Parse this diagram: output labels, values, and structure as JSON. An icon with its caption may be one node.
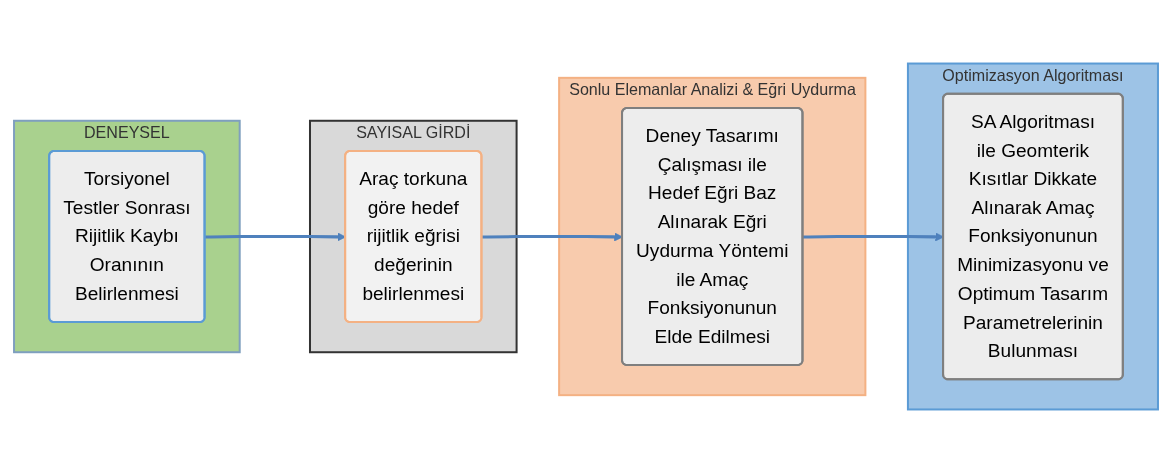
{
  "diagram": {
    "nodes": [
      {
        "text": [
          "DENEYSEL"
        ]
      },
      {
        "text": [
          "Torsiyonel Testler Sonrası Rijitlik Kaybı Oranının Belirlenmesi"
        ],
        "in": 0
      },
      {
        "text": [
          "SAYISAL GİRDİ"
        ]
      },
      {
        "text": [
          "Araç torkuna göre hedef rijitlik eğrisi değerinin belirlenmesi"
        ],
        "in": 2
      },
      {
        "text": [
          "Sonlu Elemanlar Analizi & Eğri Uydurma"
        ]
      },
      {
        "text": [
          "Deney Tasarımı Çalışması ile Hedef Eğri Baz Alınarak Eğri Uydurma Yöntemi ile Amaç Fonksiyonunun Elde Edilmesi"
        ],
        "in": 4
      },
      {
        "text": [
          "Optimizasyon Algoritması"
        ]
      },
      {
        "text": [
          "SA Algoritması ile Geomterik Kısıtlar Dikkate Alınarak Amaç Fonksiyonunun Minimizasyonu ve Optimum Tasarım Parametrelerinin Bulunması"
        ],
        "in": 6
      }
    ],
    "edges": [
      {
        "from": 1,
        "to": 3,
        "arrow": "to"
      },
      {
        "from": 3,
        "to": 5,
        "arrow": "to"
      },
      {
        "from": 5,
        "to": 7,
        "arrow": "to"
      }
    ]
  }
}
